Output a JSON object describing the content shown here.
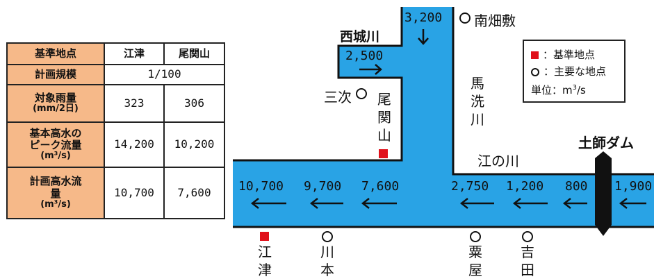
{
  "table": {
    "header": {
      "label": "基準地点",
      "col1": "江津",
      "col2": "尾関山"
    },
    "rows": [
      {
        "label": "計画規模",
        "merged": "1/100"
      },
      {
        "label": "対象雨量",
        "sub": "(mm/2日)",
        "v1": "323",
        "v2": "306"
      },
      {
        "label": "基本高水の\nピーク流量",
        "sub": "(m³/s)",
        "v1": "14,200",
        "v2": "10,200"
      },
      {
        "label": "計画高水流\n量",
        "sub": "(m³/s)",
        "v1": "10,700",
        "v2": "7,600"
      }
    ]
  },
  "rivers": {
    "saijo": "西城川",
    "basen": "馬\n洗\n川",
    "gonokawa": "江の川"
  },
  "places": {
    "minamihatashiki": "南畑敷",
    "miyoshi": "三次",
    "ozekiyama": "尾\n関\n山",
    "gotsu": "江\n津",
    "kawamoto": "川\n本",
    "awaya": "粟\n屋",
    "yoshida": "吉\n田",
    "dam": "土師ダム"
  },
  "flows": {
    "basen_top": "3,200",
    "saijo": "2,500",
    "main_1": "10,700",
    "main_2": "9,700",
    "main_3": "7,600",
    "main_4": "2,750",
    "main_5": "1,200",
    "main_6": "800",
    "main_7": "1,900"
  },
  "legend": {
    "base_point": "：基準地点",
    "main_point": "：主要な地点",
    "unit_prefix": "単位：m",
    "unit_sup": "3",
    "unit_suffix": "/s"
  },
  "colors": {
    "river": "#29a3e5",
    "table_header": "#f6b989",
    "base_point": "#e0101a"
  }
}
